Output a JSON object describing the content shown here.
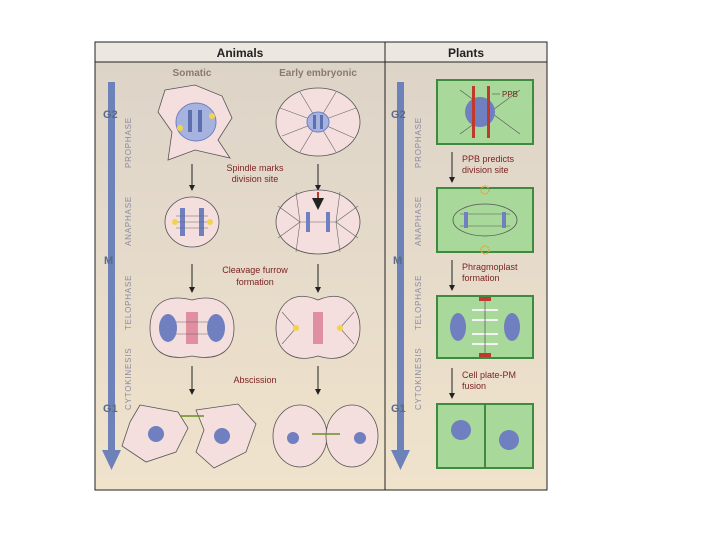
{
  "panels": {
    "animals": {
      "title": "Animals",
      "columns": [
        "Somatic",
        "Early embryonic"
      ],
      "notes": [
        "Spindle marks",
        "division site",
        "Cleavage furrow",
        "formation",
        "Abscission"
      ]
    },
    "plants": {
      "title": "Plants",
      "ppb_label": "PPB",
      "notes": [
        "PPB predicts",
        "division site",
        "Phragmoplast",
        "formation",
        "Cell plate-PM",
        "fusion"
      ]
    }
  },
  "stages": [
    "G2",
    "M",
    "G1"
  ],
  "phases": [
    "PROPHASE",
    "ANAPHASE",
    "TELOPHASE",
    "CYTOKINESIS"
  ],
  "colors": {
    "panel_bg": "#e9dcc6",
    "cell_fill": "#f4dede",
    "plant_fill": "#a8d89a",
    "plant_border": "#3e8a3e",
    "nucleus": "#6f7fc0",
    "arrow_blue": "#6c82b8",
    "note_text": "#7a1f1f"
  }
}
